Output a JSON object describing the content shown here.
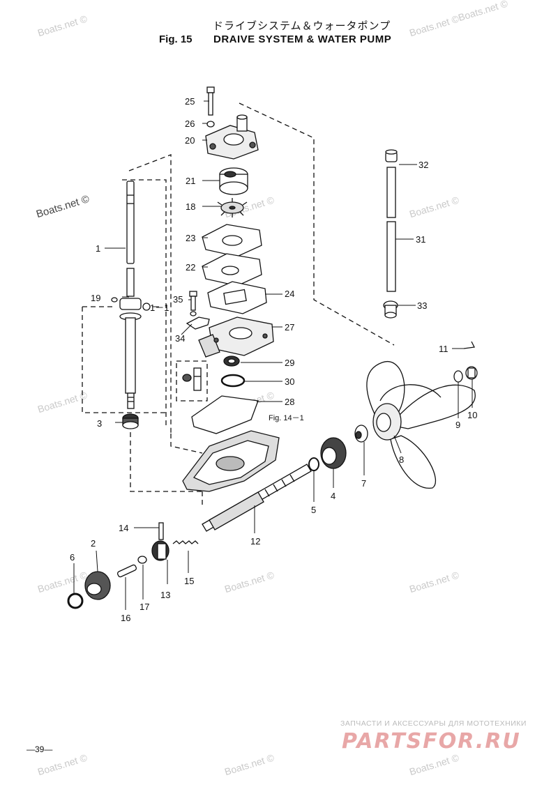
{
  "header": {
    "title_jp": "ドライブシステム＆ウォータポンプ",
    "fig_label": "Fig. 15",
    "title_en": "DRAIVE SYSTEM & WATER PUMP"
  },
  "reference": "Fig. 14－1",
  "parts": [
    "1",
    "1－1",
    "2",
    "3",
    "4",
    "5",
    "6",
    "7",
    "8",
    "9",
    "10",
    "11",
    "12",
    "13",
    "14",
    "15",
    "16",
    "17",
    "18",
    "19",
    "20",
    "21",
    "22",
    "23",
    "24",
    "25",
    "26",
    "27",
    "28",
    "29",
    "30",
    "31",
    "32",
    "33",
    "34",
    "35"
  ],
  "watermark": "Boats.net ©",
  "page_number": "—39—",
  "brand": {
    "tagline": "ЗАПЧАСТИ И АКСЕССУАРЫ ДЛЯ МОТОТЕХНИКИ",
    "logo": "PARTSFOR.RU"
  }
}
